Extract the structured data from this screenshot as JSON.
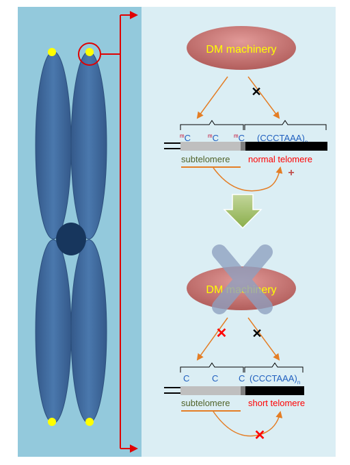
{
  "colors": {
    "chromosome_bg": "#93c9dc",
    "mechanism_bg": "#dbeef4",
    "chromatid": "#3f6b9e",
    "centromere": "#17365d",
    "telomere_dot": "#ffff00",
    "bracket_arrow": "#e00000",
    "dm_machinery": "#c47170",
    "dm_text": "#ffff00",
    "methyl_arrow": "#e47d24",
    "methyl_text": "#1f5fbf",
    "methyl_mark": "#c0002a",
    "subtelomere_bar": "#bfbfbf",
    "telomere_bar": "#000000",
    "subtelomere_label": "#4f6228",
    "telomere_label": "#ff0000",
    "down_arrow": "#9bbb59",
    "x_overlay": "#8ea0c0"
  },
  "top_scenario": {
    "dm_label": "DM machinery",
    "methyl_mark": "m",
    "cytosine": "C",
    "repeat": "(CCCTAAA)",
    "repeat_subscript": "n",
    "subtelomere_label": "subtelomere",
    "telomere_label": "normal telomere",
    "plus_sign": "+",
    "cross_mark": "✕"
  },
  "bottom_scenario": {
    "dm_label": "DM machinery",
    "cytosine": "C",
    "repeat": "(CCCTAAA)",
    "repeat_subscript": "n",
    "subtelomere_label": "subtelomere",
    "telomere_label": "short telomere",
    "cross_mark": "✕"
  }
}
